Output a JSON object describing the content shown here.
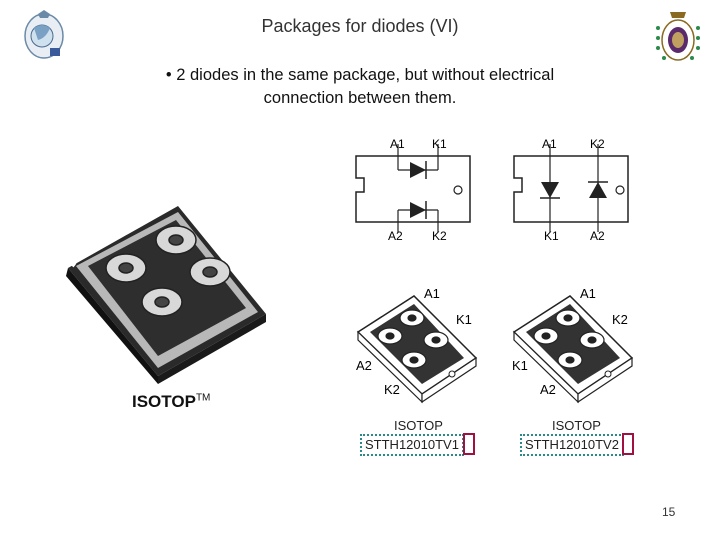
{
  "slide": {
    "title": "Packages for diodes (VI)",
    "bullet": "• 2 diodes in the same package, but without electrical connection between them.",
    "page_number": "15"
  },
  "iso_photo": {
    "label": "ISOTOP",
    "trademark": "TM"
  },
  "schematic_left": {
    "pins": {
      "top_left": "A1",
      "top_right": "K1",
      "bottom_left": "A2",
      "bottom_right": "K2"
    }
  },
  "schematic_right": {
    "pins": {
      "top_left": "A1",
      "top_right": "K2",
      "bottom_left": "K1",
      "bottom_right": "A2"
    }
  },
  "package_left": {
    "pins": {
      "top": "A1",
      "right": "K1",
      "left": "A2",
      "bottom": "K2"
    },
    "package_name": "ISOTOP",
    "part_number": "STTH12010TV1"
  },
  "package_right": {
    "pins": {
      "top": "A1",
      "right": "K2",
      "left": "K1",
      "bottom": "A2"
    },
    "package_name": "ISOTOP",
    "part_number": "STTH12010TV2"
  },
  "colors": {
    "highlight": "#a01040",
    "part_border": "#2a8a8a"
  }
}
